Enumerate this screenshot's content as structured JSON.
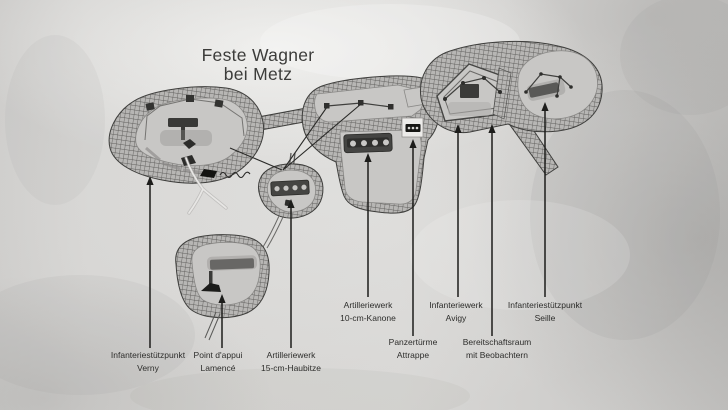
{
  "title": {
    "line1": "Feste Wagner",
    "line2": "bei Metz"
  },
  "callouts": [
    {
      "id": "verny",
      "line1": "Infanteriestützpunkt",
      "line2": "Verny"
    },
    {
      "id": "lamence",
      "line1": "Point d'appui",
      "line2": "Lamencé"
    },
    {
      "id": "haubitze",
      "line1": "Artilleriewerk",
      "line2": "15-cm-Haubitze"
    },
    {
      "id": "kanone",
      "line1": "Artilleriewerk",
      "line2": "10-cm-Kanone"
    },
    {
      "id": "panzertuerme",
      "line1": "Panzertürme",
      "line2": "Attrappe"
    },
    {
      "id": "avigy",
      "line1": "Infanteriewerk",
      "line2": "Avigy"
    },
    {
      "id": "bereitschaft",
      "line1": "Bereitschaftsraum",
      "line2": "mit Beobachtern"
    },
    {
      "id": "seille",
      "line1": "Infanteriestützpunkt",
      "line2": "Seille"
    }
  ],
  "colors": {
    "paper": "#d3d2d0",
    "rampart_base": "#b7b6b4",
    "rampart_hatch": "#605f5d",
    "fort_interior": "#c8c7c5",
    "structure_dark": "#3a3a38",
    "ink": "#1d1d1b"
  }
}
